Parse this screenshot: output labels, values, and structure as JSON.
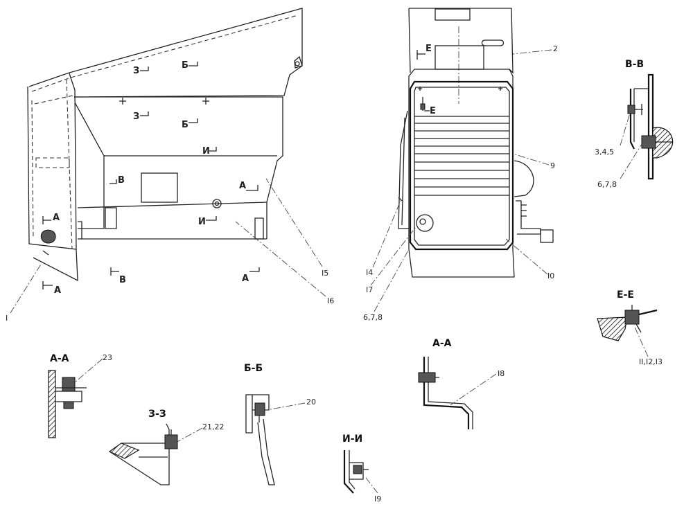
{
  "callouts": {
    "c1": "I",
    "c2": "2",
    "c9": "9",
    "c10": "I0",
    "c14": "I4",
    "c15": "I5",
    "c16": "I6",
    "c17": "I7",
    "c678a": "6,7,8",
    "c345": "3,4,5",
    "c678b": "6,7,8",
    "c111213": "II,I2,I3",
    "c18": "I8",
    "c19": "I9",
    "c20": "20",
    "c2122": "21,22",
    "c23": "23"
  },
  "markers": {
    "ze_top": "З",
    "be_top": "Б",
    "ze_mid": "З",
    "be_mid": "Б",
    "i_top": "И",
    "v_top": "В",
    "a_right": "А",
    "i_bot": "И",
    "a_left": "А",
    "a_bot_left": "А",
    "v_bot": "В",
    "a_bot_right": "А",
    "e_front1": "Е",
    "e_front2": "Е"
  },
  "sections": {
    "vv": "В-В",
    "ee": "Е-Е",
    "aa_left": "А-А",
    "bb": "Б-Б",
    "zz": "З-З",
    "ii": "И-И",
    "aa_center": "А-А"
  }
}
